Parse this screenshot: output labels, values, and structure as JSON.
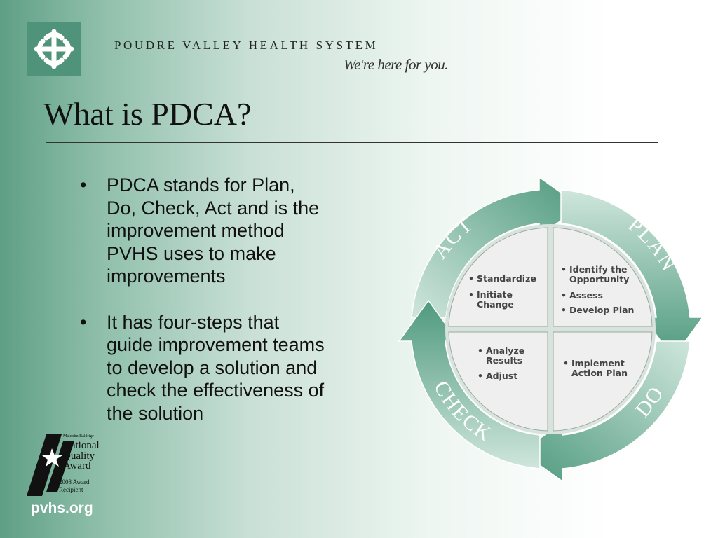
{
  "header": {
    "org_name": "POUDRE VALLEY HEALTH SYSTEM",
    "tagline": "We're here for you."
  },
  "slide": {
    "title": "What is PDCA?",
    "bullets": [
      {
        "text": "PDCA stands for Plan, Do, Check, Act and is the improvement method PVHS uses to make improvements",
        "lines": [
          "PDCA stands for Plan,",
          "Do, Check, Act and is the",
          "improvement method",
          "PVHS uses to make",
          "improvements"
        ]
      },
      {
        "text": "It has four-steps that guide improvement teams to develop a solution and check the effectiveness of the solution",
        "lines": [
          "It has four-steps that",
          "guide improvement teams",
          "to develop a solution and",
          "check the effectiveness of",
          "the solution"
        ]
      }
    ]
  },
  "cycle": {
    "phases": {
      "act": "ACT",
      "plan": "PLAN",
      "do": "DO",
      "check": "CHECK"
    },
    "quadrants": {
      "act": [
        "Standardize",
        "Initiate",
        "Change"
      ],
      "plan": [
        "Identify the",
        "Opportunity",
        "Assess",
        "Develop Plan"
      ],
      "check": [
        "Analyze",
        "Results",
        "Adjust"
      ],
      "do": [
        "Implement",
        "Action Plan"
      ]
    },
    "colors": {
      "arrow_dark": "#4f9a7e",
      "arrow_light": "#cfe6dc",
      "quadrant": "#efefef"
    }
  },
  "award": {
    "line1": "Malcolm Baldrige",
    "line2": "National",
    "line3": "Quality",
    "line4": "Award",
    "line5": "2008 Award",
    "line6": "Recipient"
  },
  "footer": {
    "url": "pvhs.org"
  }
}
